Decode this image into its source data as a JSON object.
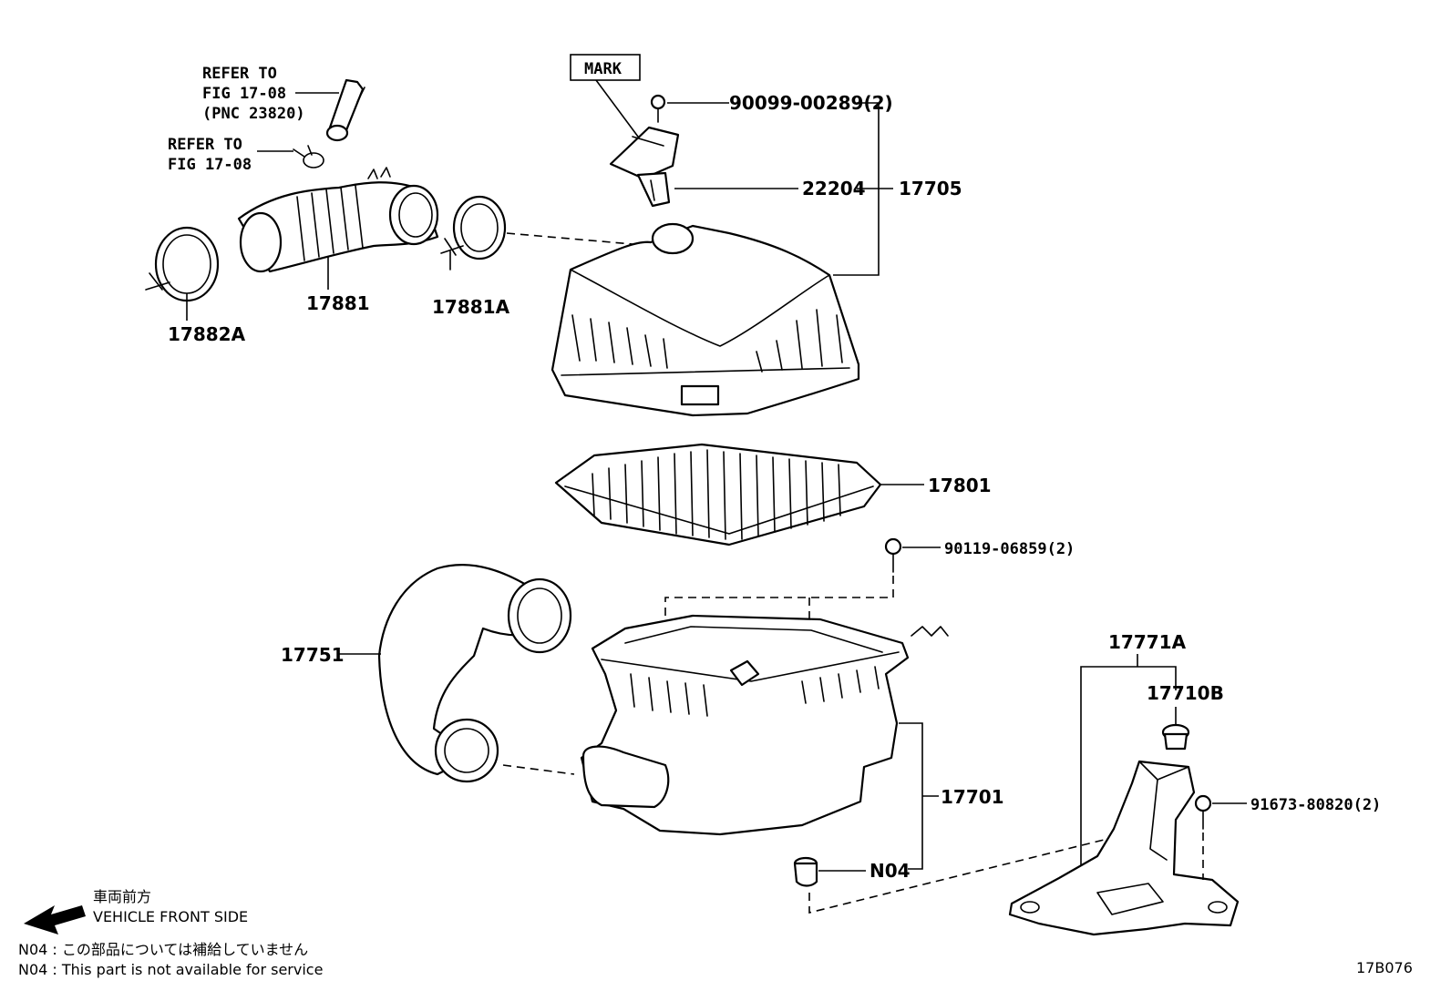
{
  "callouts": {
    "refer1": [
      "REFER TO",
      "FIG 17-08",
      "(PNC 23820)"
    ],
    "refer2": [
      "REFER TO",
      "FIG 17-08"
    ],
    "mark": "MARK",
    "p_90099": "90099-00289(2)",
    "p_22204": "22204",
    "p_17705": "17705",
    "p_17881": "17881",
    "p_17881a": "17881A",
    "p_17882a": "17882A",
    "p_17801": "17801",
    "p_90119": "90119-06859(2)",
    "p_17751": "17751",
    "p_17771a": "17771A",
    "p_17710b": "17710B",
    "p_91673": "91673-80820(2)",
    "p_17701": "17701",
    "p_n04": "N04"
  },
  "legend": {
    "front_jp": "車両前方",
    "front_en": "VEHICLE FRONT SIDE",
    "note_jp": "N04 : この部品については補給していません",
    "note_en": "N04 : This part is not available for service"
  },
  "figure_id": "17B076"
}
